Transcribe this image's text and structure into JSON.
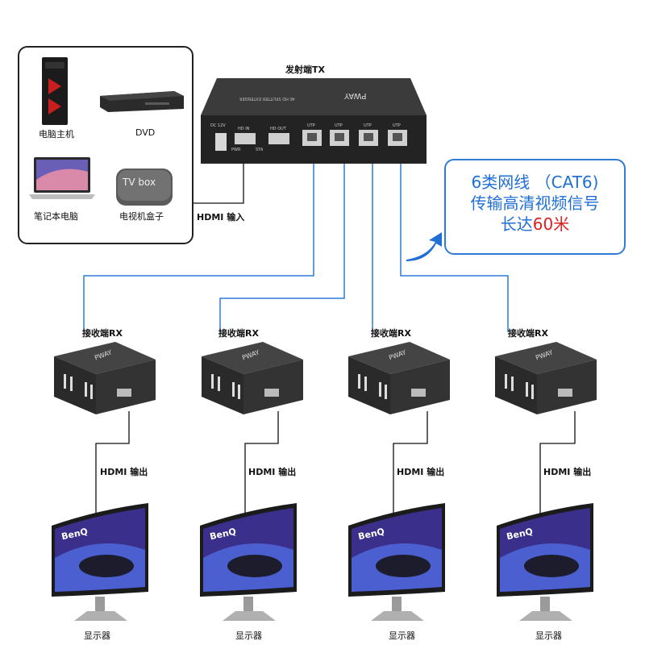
{
  "source_box": {
    "items": [
      {
        "label": "电脑主机",
        "icon": "desktop-tower-icon"
      },
      {
        "label": "DVD",
        "icon": "dvd-player-icon"
      },
      {
        "label": "笔记本电脑",
        "icon": "laptop-icon"
      },
      {
        "label": "电视机盒子",
        "icon": "tv-box-icon"
      }
    ],
    "tv_box_text": "TV box",
    "link_label": "HDMI 输入"
  },
  "transmitter": {
    "label": "发射端TX",
    "brand": "PWAY",
    "model": "4K HD SPLITTER EXTENDER",
    "port_labels": [
      "DC 12V",
      "HD IN",
      "HD OUT",
      "UTP",
      "UTP",
      "UTP",
      "UTP"
    ],
    "led_labels": [
      "PWR",
      "STA"
    ]
  },
  "callout": {
    "line1": "6类网线 （CAT6)",
    "line2": "传输高清视频信号",
    "line3_prefix": "长达",
    "line3_highlight": "60米"
  },
  "receivers": [
    {
      "label": "接收端RX",
      "brand": "PWAY",
      "output_label": "HDMI 输出",
      "display_label": "显示器",
      "monitor_brand": "BenQ"
    },
    {
      "label": "接收端RX",
      "brand": "PWAY",
      "output_label": "HDMI 输出",
      "display_label": "显示器",
      "monitor_brand": "BenQ"
    },
    {
      "label": "接收端RX",
      "brand": "PWAY",
      "output_label": "HDMI 输出",
      "display_label": "显示器",
      "monitor_brand": "BenQ"
    },
    {
      "label": "接收端RX",
      "brand": "PWAY",
      "output_label": "HDMI 输出",
      "display_label": "显示器",
      "monitor_brand": "BenQ"
    }
  ],
  "colors": {
    "cat6_line": "#2f7ad8",
    "hdmi_line": "#111111",
    "accent_red": "#e02020",
    "callout_text": "#1f6fd6"
  }
}
